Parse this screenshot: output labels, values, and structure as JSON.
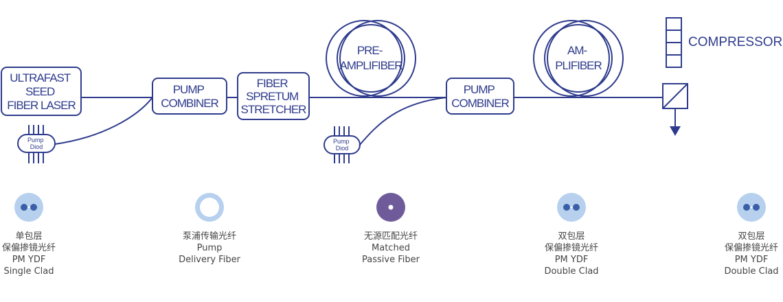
{
  "diagram": {
    "seed_laser": [
      "ULTRAFAST",
      "SEED",
      "FIBER LASER"
    ],
    "pump_combiner_1": [
      "PUMP",
      "COMBINER"
    ],
    "stretcher": [
      "FIBER",
      "SPRETUM",
      "STRETCHER"
    ],
    "preamplifier": [
      "PRE-",
      "AMPLIFIBER"
    ],
    "pump_combiner_2": [
      "PUMP",
      "COMBINER"
    ],
    "amplifier": [
      "AM-",
      "PLIFIBER"
    ],
    "compressor": "COMPRESSOR",
    "pump_diode": [
      "Pump",
      "Diod"
    ]
  },
  "legend": [
    {
      "icon": "double-core-fiber-icon",
      "zh1": "单包层",
      "zh2": "保偏掺镜光纤",
      "en1": "PM YDF",
      "en2": "Single Clad"
    },
    {
      "icon": "ring-fiber-icon",
      "zh1": "泵浦传输光纤",
      "zh2": "",
      "en1": "Pump",
      "en2": "Delivery Fiber"
    },
    {
      "icon": "single-core-fiber-icon",
      "zh1": "无源匹配光纤",
      "zh2": "",
      "en1": "Matched",
      "en2": "Passive Fiber"
    },
    {
      "icon": "double-core-fiber-icon",
      "zh1": "双包层",
      "zh2": "保偏掺镜光纤",
      "en1": "PM YDF",
      "en2": "Double Clad"
    },
    {
      "icon": "double-core-fiber-icon",
      "zh1": "双包层",
      "zh2": "保偏掺镜光纤",
      "en1": "PM YDF",
      "en2": "Double Clad"
    }
  ],
  "colors": {
    "line": "#2e3b8c",
    "fiber_light": "#b6d0ee",
    "core": "#3a5fa8",
    "passive": "#6f5b9a"
  }
}
